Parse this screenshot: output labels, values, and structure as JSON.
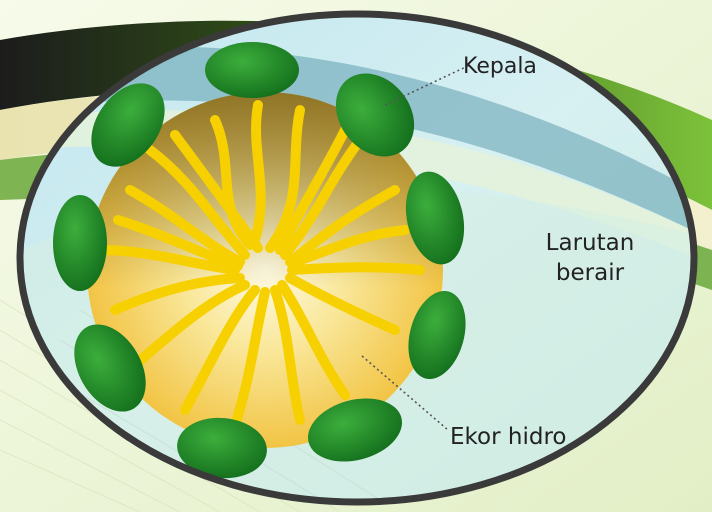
{
  "labels": {
    "head": "Kepala",
    "solution_line1": "Larutan",
    "solution_line2": "berair",
    "tail": "Ekor hidro"
  },
  "colors": {
    "head_green": "#1f8c2b",
    "tail_yellow": "#f6d000",
    "core": "#f4cc55",
    "water": "#cdeef4",
    "frame": "#3a3a3a",
    "swoosh_green": "#5aa52a"
  },
  "icons": [
    "micelle-diagram"
  ]
}
